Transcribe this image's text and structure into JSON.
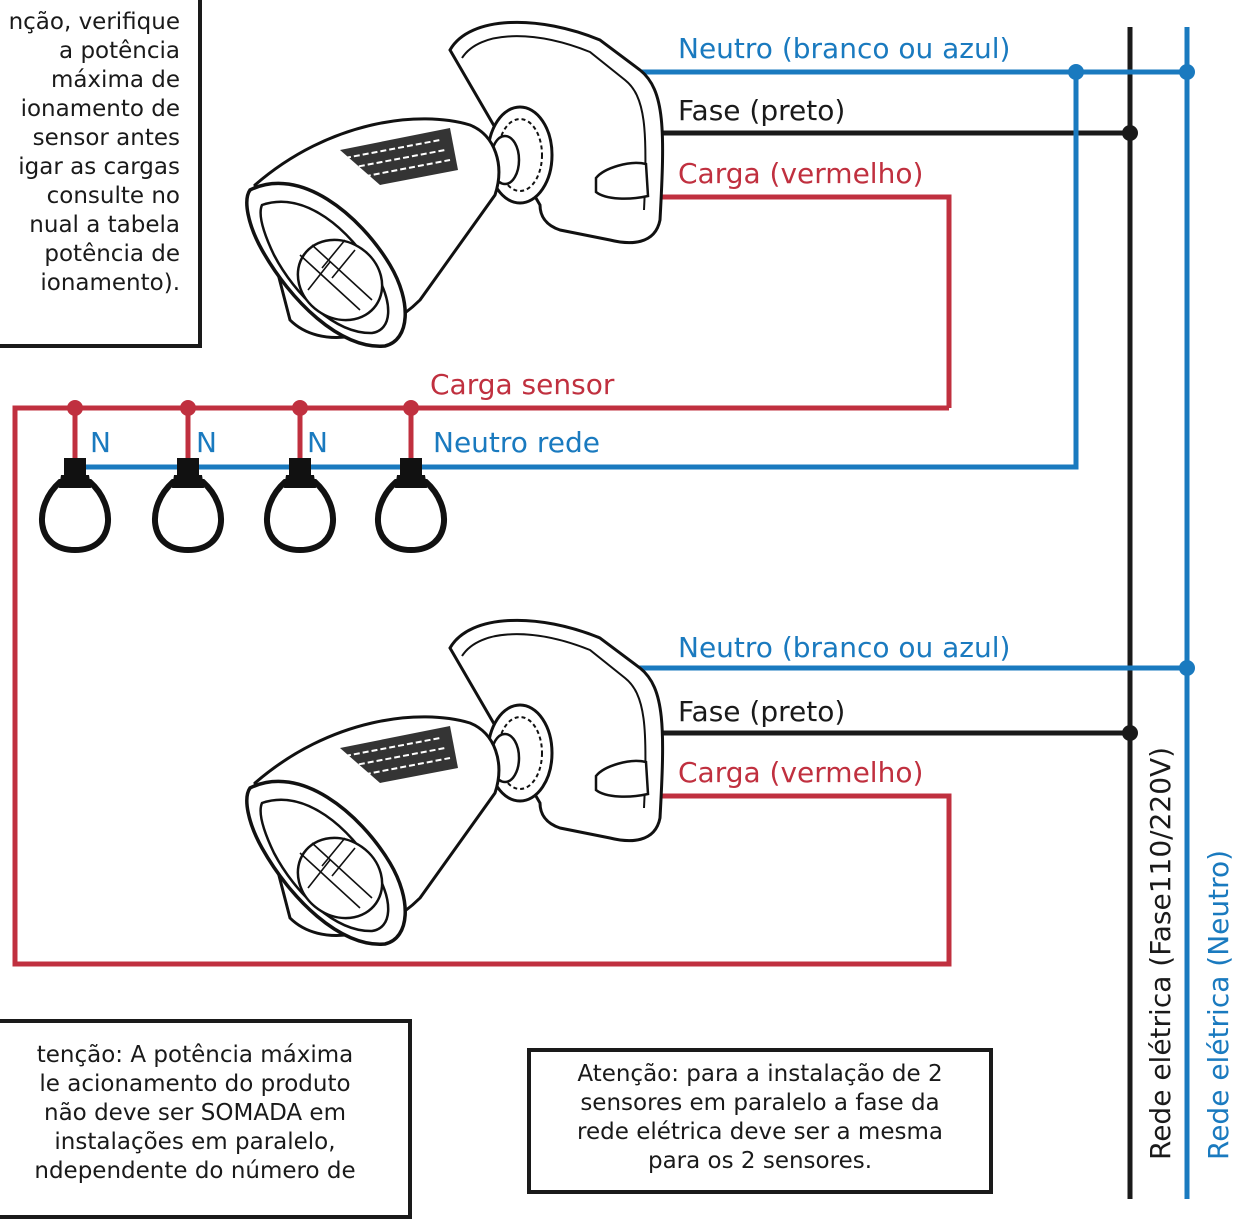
{
  "colors": {
    "neutral": "#1a7abf",
    "load": "#c0303f",
    "phase": "#1a1a1a"
  },
  "sensors": [
    {
      "neutral_label": "Neutro (branco ou azul)",
      "phase_label": "Fase (preto)",
      "load_label": "Carga (vermelho)"
    },
    {
      "neutral_label": "Neutro (branco ou azul)",
      "phase_label": "Fase (preto)",
      "load_label": "Carga (vermelho)"
    }
  ],
  "lamp_bus": {
    "load_label": "Carga sensor",
    "neutral_label": "Neutro rede",
    "lamp_neutral_labels": [
      "N",
      "N",
      "N"
    ]
  },
  "mains": {
    "phase_label": "Rede elétrica (Fase110/220V)",
    "neutral_label": "Rede elétrica (Neutro)"
  },
  "notes": {
    "top_left": [
      "nção, verifique",
      "a potência",
      "máxima de",
      "ionamento de",
      "sensor antes",
      "igar as cargas",
      "consulte no",
      "nual a tabela",
      "potência de",
      "ionamento)."
    ],
    "bottom_left": [
      "tenção: A potência máxima",
      "le acionamento do produto",
      "não deve ser SOMADA em",
      "instalações em paralelo,",
      "ndependente do número de"
    ],
    "bottom_center": [
      "Atenção: para a instalação de 2",
      "sensores em paralelo a fase da",
      "rede elétrica deve ser a mesma",
      "para os 2 sensores."
    ]
  }
}
